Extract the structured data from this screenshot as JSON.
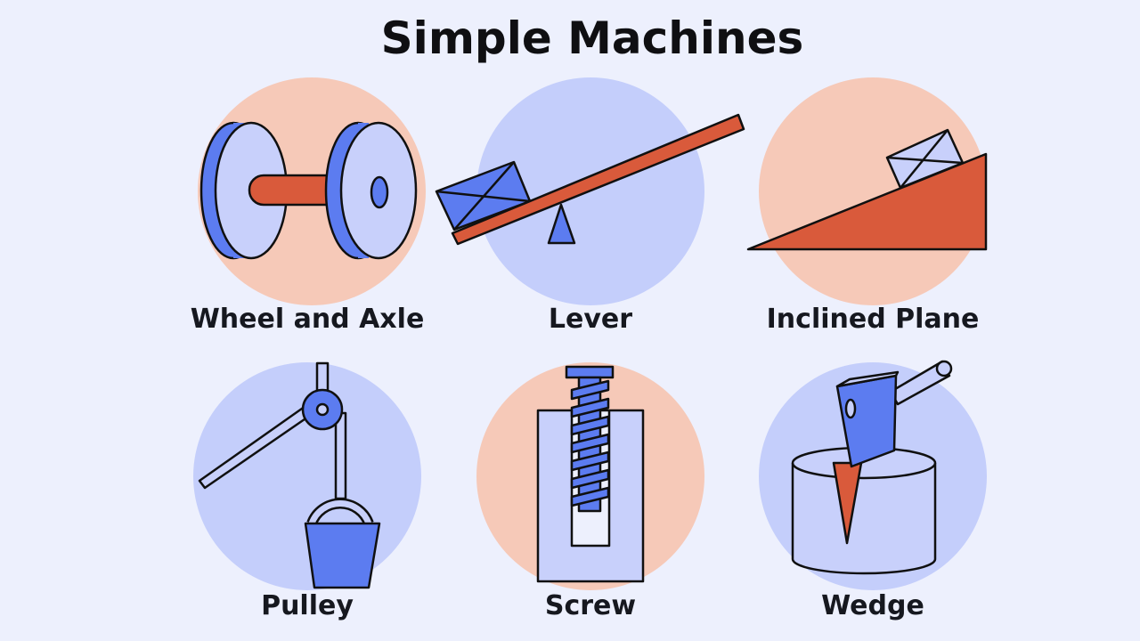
{
  "title": "Simple Machines",
  "colors": {
    "background": "#edf0fd",
    "peach": "#f6c9b8",
    "lavender": "#c4cefb",
    "blue": "#5c7cf0",
    "light_blue": "#c8d0fb",
    "orange_red": "#d95a3b",
    "outline": "#101010"
  },
  "machines": [
    {
      "label": "Wheel and Axle",
      "icon": "wheel-and-axle-icon"
    },
    {
      "label": "Lever",
      "icon": "lever-icon"
    },
    {
      "label": "Inclined Plane",
      "icon": "inclined-plane-icon"
    },
    {
      "label": "Pulley",
      "icon": "pulley-icon"
    },
    {
      "label": "Screw",
      "icon": "screw-icon"
    },
    {
      "label": "Wedge",
      "icon": "wedge-icon"
    }
  ]
}
